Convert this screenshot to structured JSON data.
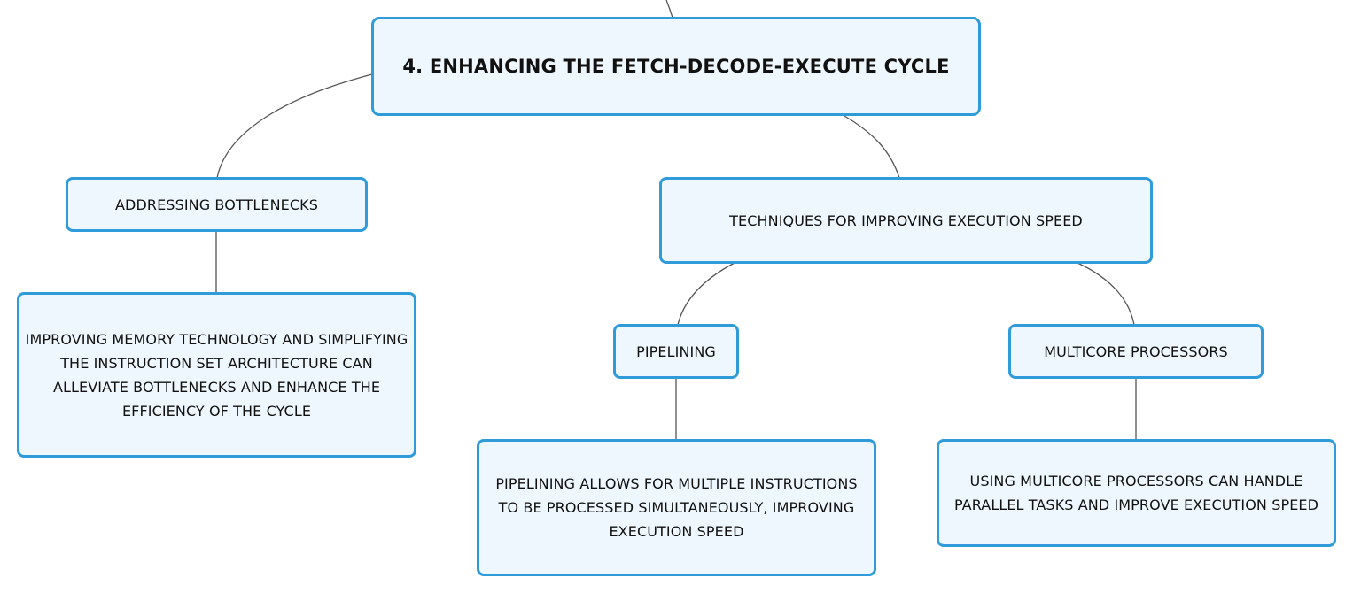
{
  "colors": {
    "node_fill": "#eef7fd",
    "node_border": "#2f9bd9",
    "connector": "#555555",
    "text": "#111111"
  },
  "diagram": {
    "root": "4. ENHANCING THE FETCH-DECODE-EXECUTE CYCLE",
    "bottlenecks": {
      "title": "ADDRESSING BOTTLENECKS",
      "detail": "IMPROVING MEMORY TECHNOLOGY AND SIMPLIFYING THE INSTRUCTION SET ARCHITECTURE CAN ALLEVIATE BOTTLENECKS AND ENHANCE THE EFFICIENCY OF THE CYCLE"
    },
    "techniques": {
      "title": "TECHNIQUES FOR IMPROVING EXECUTION SPEED",
      "pipelining": {
        "title": "PIPELINING",
        "detail": "PIPELINING ALLOWS FOR MULTIPLE INSTRUCTIONS TO BE PROCESSED SIMULTANEOUSLY, IMPROVING EXECUTION SPEED"
      },
      "multicore": {
        "title": "MULTICORE PROCESSORS",
        "detail": "USING MULTICORE PROCESSORS CAN HANDLE PARALLEL TASKS AND IMPROVE EXECUTION SPEED"
      }
    }
  }
}
